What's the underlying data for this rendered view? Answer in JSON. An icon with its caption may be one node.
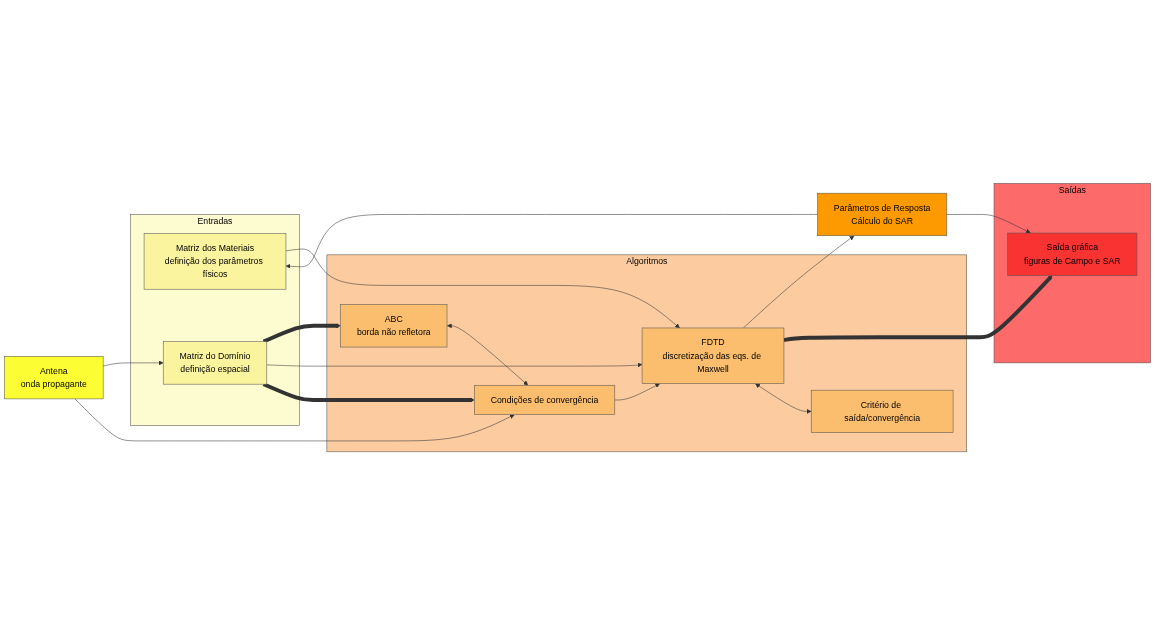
{
  "diagram": {
    "nodes": [
      {
        "text": [
          "Entradas"
        ]
      },
      {
        "text": [
          "Matriz dos Materiais",
          "definição dos parâmetros físicos"
        ],
        "in": 0
      },
      {
        "text": [
          "Matriz do Domínio",
          "definição espacial"
        ],
        "in": 0
      },
      {
        "text": [
          "Algoritmos"
        ]
      },
      {
        "text": [
          "ABC",
          "borda não refletora"
        ],
        "in": 3
      },
      {
        "text": [
          "Condições de convergência"
        ],
        "in": 3
      },
      {
        "text": [
          "FDTD",
          "discretização das eqs. de Maxwell"
        ],
        "in": 3
      },
      {
        "text": [
          "Critério de saída/convergência"
        ],
        "in": 3
      },
      {
        "text": [
          "Parâmetros de Resposta",
          "Cálculo do SAR"
        ]
      },
      {
        "text": [
          "Saídas"
        ]
      },
      {
        "text": [
          "Saída gráfica",
          "figuras de Campo e SAR"
        ],
        "in": 9
      },
      {
        "text": [
          "Antena",
          "onda propagante"
        ]
      }
    ],
    "edges": [
      {
        "from": 8,
        "to": 1,
        "arrow": "to"
      },
      {
        "from": 2,
        "to": 4,
        "arrow": "to",
        "style": "thick"
      },
      {
        "from": 2,
        "to": 6,
        "arrow": "to"
      },
      {
        "from": 2,
        "to": 5,
        "arrow": "to",
        "style": "thick"
      },
      {
        "from": 4,
        "to": 5,
        "arrow": "both"
      },
      {
        "from": 5,
        "to": 6,
        "arrow": "to"
      },
      {
        "from": 1,
        "to": 6,
        "arrow": "to"
      },
      {
        "from": 11,
        "to": 2,
        "arrow": "to"
      },
      {
        "from": 11,
        "to": 5,
        "arrow": "to"
      },
      {
        "from": 6,
        "to": 8,
        "arrow": "to"
      },
      {
        "from": 8,
        "to": 10,
        "arrow": "to"
      },
      {
        "from": 6,
        "to": 10,
        "arrow": "to",
        "style": "thick"
      },
      {
        "from": 6,
        "to": 7,
        "arrow": "both"
      }
    ]
  }
}
